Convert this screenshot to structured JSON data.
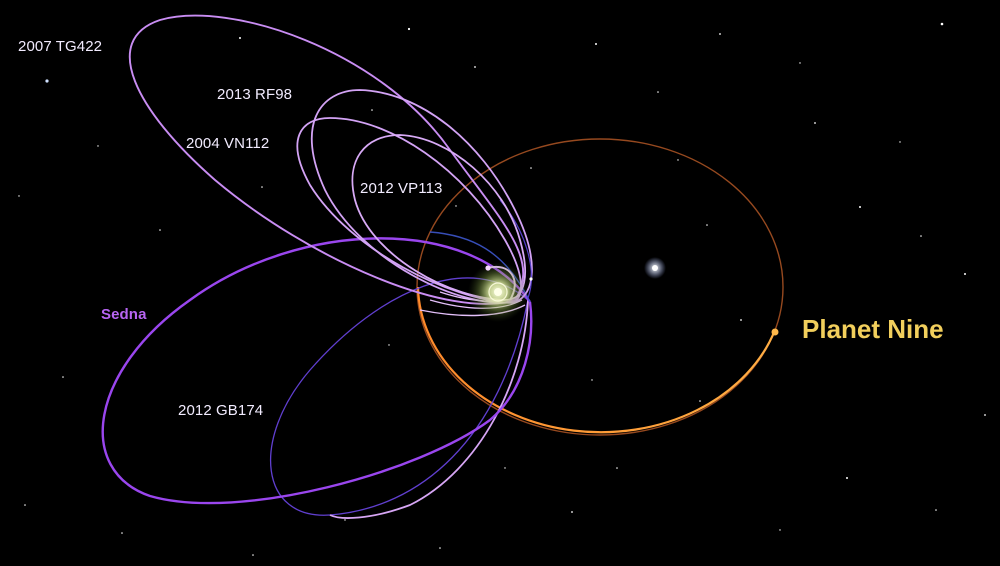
{
  "labels": {
    "tg422": "2007 TG422",
    "rf98": "2013 RF98",
    "vn112": "2004 VN112",
    "vp113": "2012 VP113",
    "sedna": "Sedna",
    "gb174": "2012 GB174",
    "planet_nine": "Planet Nine"
  },
  "colors": {
    "background": "#000000",
    "tno_orbit": "#d39bf5",
    "tno_orbit_far_side": "#5b3fd9",
    "sedna_orbit": "#9b47f0",
    "planet_nine_orbit": "#ff9a3c",
    "planet_nine_label": "#f2cf5c",
    "sun_glow": "#d8ec9a"
  }
}
